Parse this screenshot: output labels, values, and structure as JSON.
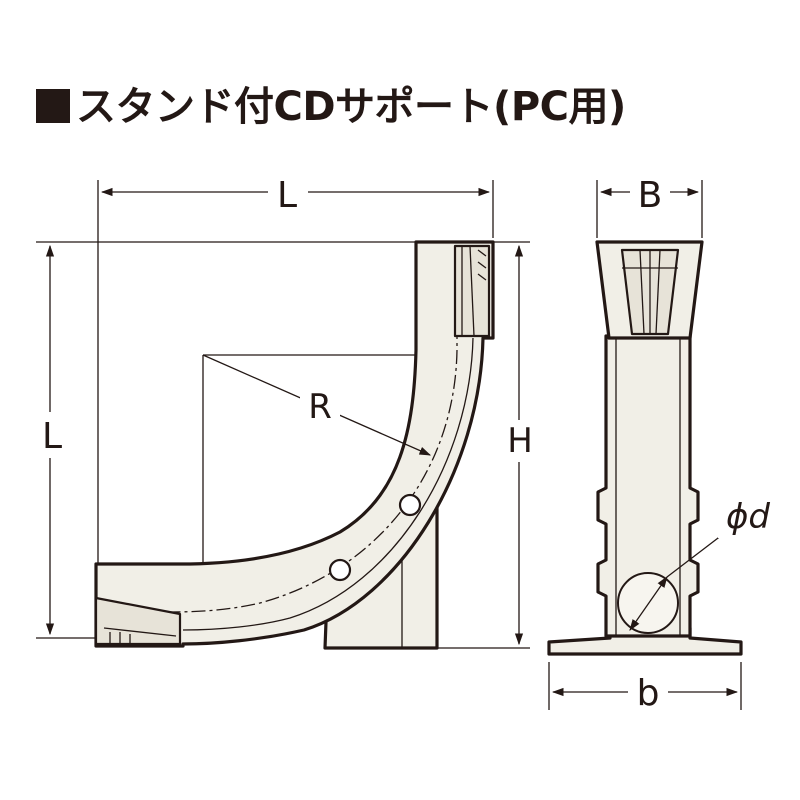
{
  "title": "スタンド付CDサポート(PC用)",
  "labels": {
    "side_top_length": "L",
    "side_left_length": "L",
    "radius": "R",
    "height": "H",
    "front_top_width": "B",
    "front_base_width": "b",
    "diameter": "ϕd"
  },
  "colors": {
    "line": "#231815",
    "fill": "#f1efe7"
  }
}
